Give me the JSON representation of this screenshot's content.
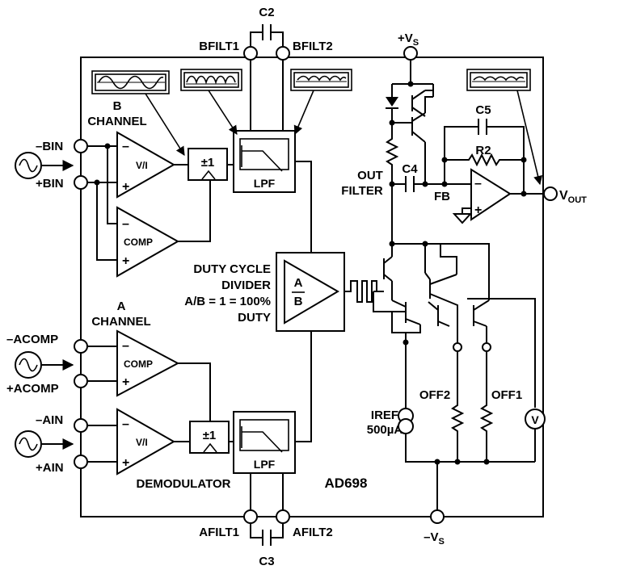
{
  "chip": {
    "name": "AD698"
  },
  "pins": {
    "bfilt1": "BFILT1",
    "bfilt2": "BFILT2",
    "c2": "C2",
    "vs_pos": "+V",
    "vs_pos_sub": "S",
    "minus_bin": "–BIN",
    "plus_bin": "+BIN",
    "minus_acomp": "–ACOMP",
    "plus_acomp": "+ACOMP",
    "minus_ain": "–AIN",
    "plus_ain": "+AIN",
    "afilt1": "AFILT1",
    "afilt2": "AFILT2",
    "c3": "C3",
    "vs_neg": "–V",
    "vs_neg_sub": "S",
    "vout": "V",
    "vout_sub": "OUT"
  },
  "labels": {
    "b_channel_1": "B",
    "b_channel_2": "CHANNEL",
    "a_channel_1": "A",
    "a_channel_2": "CHANNEL",
    "vi": "V/I",
    "comp": "COMP",
    "pm1": "±1",
    "lpf": "LPF",
    "demodulator": "DEMODULATOR",
    "duty_1": "DUTY CYCLE",
    "duty_2": "DIVIDER",
    "duty_3": "A/B = 1 = 100%",
    "duty_4": "DUTY",
    "div_a": "A",
    "div_b": "B",
    "out_filter_1": "OUT",
    "out_filter_2": "FILTER",
    "c4": "C4",
    "c5": "C5",
    "r2": "R2",
    "fb": "FB",
    "iref_1": "IREF",
    "iref_2": "500µA",
    "off2": "OFF2",
    "off1": "OFF1",
    "meter": "V",
    "minus": "–",
    "plus": "+"
  }
}
